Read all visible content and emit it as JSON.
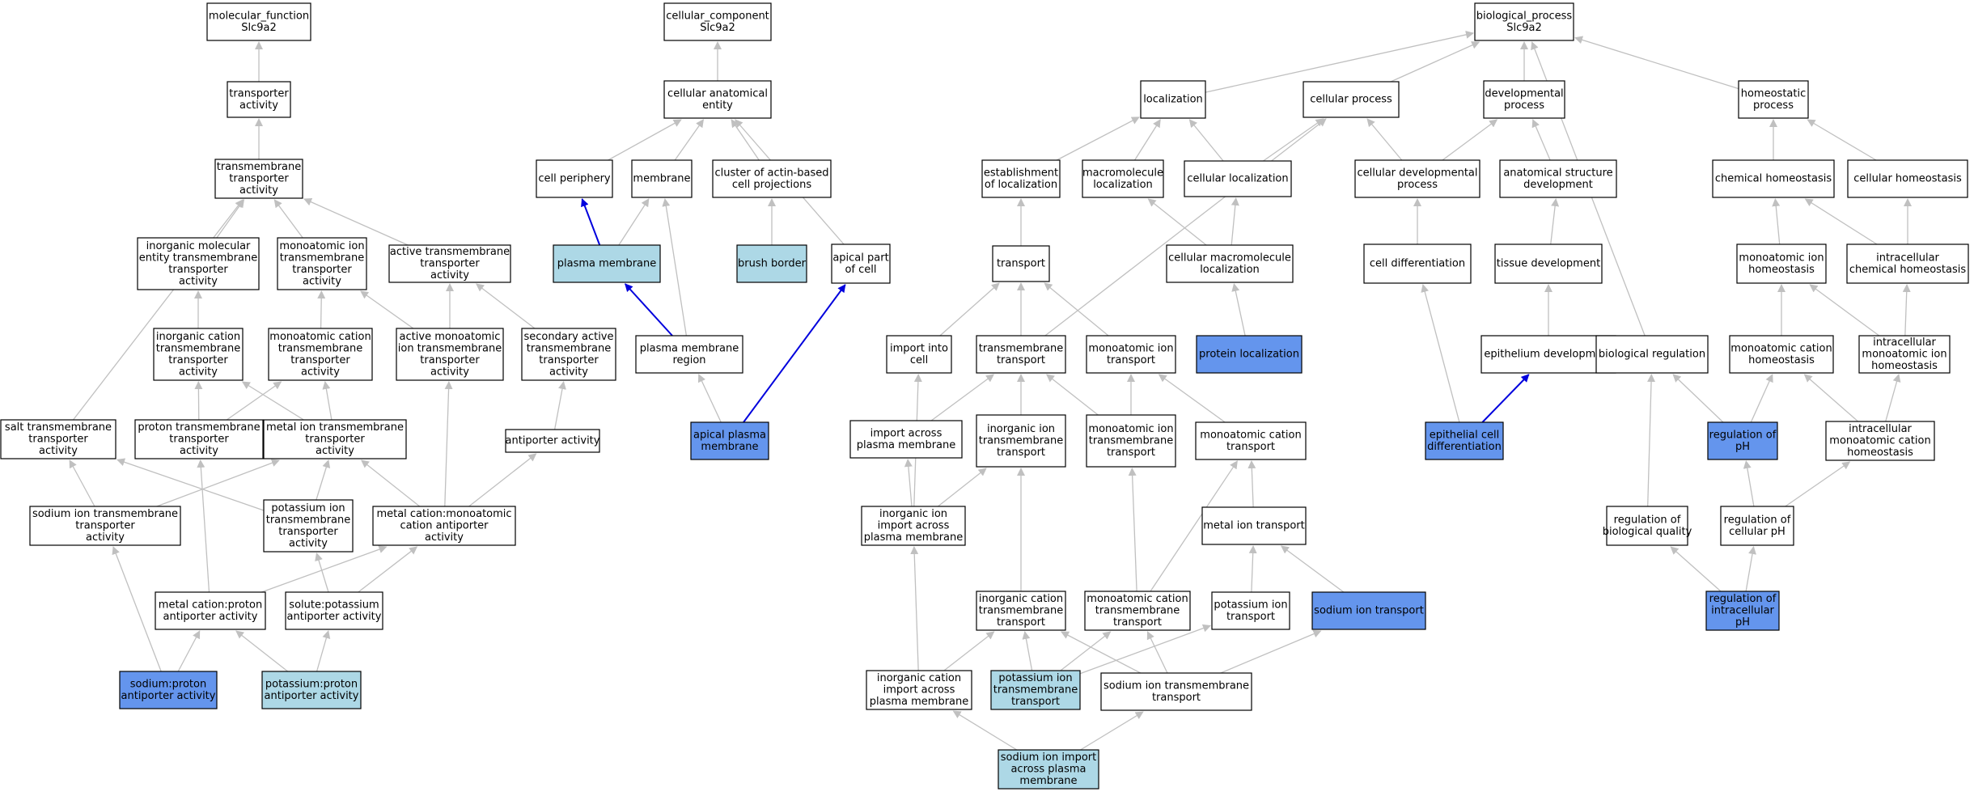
{
  "colors": {
    "node_border": "#000000",
    "node_fill": "#ffffff",
    "highlight_light": "#add8e6",
    "highlight_dark": "#6495ed",
    "edge_gray": "#c0c0c0",
    "edge_blue": "#0000dd"
  },
  "nodes": [
    {
      "id": "mf",
      "lines": [
        "molecular_function",
        "Slc9a2"
      ],
      "fill": "white"
    },
    {
      "id": "ta",
      "lines": [
        "transporter",
        "activity"
      ],
      "fill": "white"
    },
    {
      "id": "tmta",
      "lines": [
        "transmembrane",
        "transporter",
        "activity"
      ],
      "fill": "white"
    },
    {
      "id": "iomettta",
      "lines": [
        "inorganic molecular",
        "entity transmembrane",
        "transporter",
        "activity"
      ],
      "fill": "white"
    },
    {
      "id": "moittta",
      "lines": [
        "monoatomic ion",
        "transmembrane",
        "transporter",
        "activity"
      ],
      "fill": "white"
    },
    {
      "id": "atmta",
      "lines": [
        "active transmembrane",
        "transporter",
        "activity"
      ],
      "fill": "white"
    },
    {
      "id": "icttta",
      "lines": [
        "inorganic cation",
        "transmembrane",
        "transporter",
        "activity"
      ],
      "fill": "white"
    },
    {
      "id": "mocttta",
      "lines": [
        "monoatomic cation",
        "transmembrane",
        "transporter",
        "activity"
      ],
      "fill": "white"
    },
    {
      "id": "amoittta",
      "lines": [
        "active monoatomic",
        "ion transmembrane",
        "transporter",
        "activity"
      ],
      "fill": "white"
    },
    {
      "id": "satmta",
      "lines": [
        "secondary active",
        "transmembrane",
        "transporter",
        "activity"
      ],
      "fill": "white"
    },
    {
      "id": "salttta",
      "lines": [
        "salt transmembrane",
        "transporter",
        "activity"
      ],
      "fill": "white"
    },
    {
      "id": "ptta",
      "lines": [
        "proton transmembrane",
        "transporter",
        "activity"
      ],
      "fill": "white"
    },
    {
      "id": "mitta",
      "lines": [
        "metal ion transmembrane",
        "transporter",
        "activity"
      ],
      "fill": "white"
    },
    {
      "id": "aa",
      "lines": [
        "antiporter activity"
      ],
      "fill": "white"
    },
    {
      "id": "sitta",
      "lines": [
        "sodium ion transmembrane",
        "transporter",
        "activity"
      ],
      "fill": "white"
    },
    {
      "id": "pitta",
      "lines": [
        "potassium ion",
        "transmembrane",
        "transporter",
        "activity"
      ],
      "fill": "white"
    },
    {
      "id": "mcmca",
      "lines": [
        "metal cation:monoatomic",
        "cation antiporter",
        "activity"
      ],
      "fill": "white"
    },
    {
      "id": "mcpa",
      "lines": [
        "metal cation:proton",
        "antiporter activity"
      ],
      "fill": "white"
    },
    {
      "id": "spa",
      "lines": [
        "solute:potassium",
        "antiporter activity"
      ],
      "fill": "white"
    },
    {
      "id": "sodpa",
      "lines": [
        "sodium:proton",
        "antiporter activity"
      ],
      "fill": "dark"
    },
    {
      "id": "potpa",
      "lines": [
        "potassium:proton",
        "antiporter activity"
      ],
      "fill": "light"
    },
    {
      "id": "cc",
      "lines": [
        "cellular_component",
        "Slc9a2"
      ],
      "fill": "white"
    },
    {
      "id": "cae",
      "lines": [
        "cellular anatomical",
        "entity"
      ],
      "fill": "white"
    },
    {
      "id": "cp",
      "lines": [
        "cell periphery"
      ],
      "fill": "white"
    },
    {
      "id": "mem",
      "lines": [
        "membrane"
      ],
      "fill": "white"
    },
    {
      "id": "cabcp",
      "lines": [
        "cluster of actin-based",
        "cell projections"
      ],
      "fill": "white"
    },
    {
      "id": "apc",
      "lines": [
        "apical part",
        "of cell"
      ],
      "fill": "white"
    },
    {
      "id": "pm",
      "lines": [
        "plasma membrane"
      ],
      "fill": "light"
    },
    {
      "id": "bb",
      "lines": [
        "brush border"
      ],
      "fill": "light"
    },
    {
      "id": "pmr",
      "lines": [
        "plasma membrane",
        "region"
      ],
      "fill": "white"
    },
    {
      "id": "apm",
      "lines": [
        "apical plasma",
        "membrane"
      ],
      "fill": "dark"
    },
    {
      "id": "bp",
      "lines": [
        "biological_process",
        "Slc9a2"
      ],
      "fill": "white"
    },
    {
      "id": "loc",
      "lines": [
        "localization"
      ],
      "fill": "white"
    },
    {
      "id": "cproc",
      "lines": [
        "cellular process"
      ],
      "fill": "white"
    },
    {
      "id": "dp",
      "lines": [
        "developmental",
        "process"
      ],
      "fill": "white"
    },
    {
      "id": "hp",
      "lines": [
        "homeostatic",
        "process"
      ],
      "fill": "white"
    },
    {
      "id": "eol",
      "lines": [
        "establishment",
        "of localization"
      ],
      "fill": "white"
    },
    {
      "id": "ml",
      "lines": [
        "macromolecule",
        "localization"
      ],
      "fill": "white"
    },
    {
      "id": "cl",
      "lines": [
        "cellular localization"
      ],
      "fill": "white"
    },
    {
      "id": "cdp",
      "lines": [
        "cellular developmental",
        "process"
      ],
      "fill": "white"
    },
    {
      "id": "asd",
      "lines": [
        "anatomical structure",
        "development"
      ],
      "fill": "white"
    },
    {
      "id": "ch",
      "lines": [
        "chemical homeostasis"
      ],
      "fill": "white"
    },
    {
      "id": "cellh",
      "lines": [
        "cellular homeostasis"
      ],
      "fill": "white"
    },
    {
      "id": "tr",
      "lines": [
        "transport"
      ],
      "fill": "white"
    },
    {
      "id": "cml",
      "lines": [
        "cellular macromolecule",
        "localization"
      ],
      "fill": "white"
    },
    {
      "id": "cd",
      "lines": [
        "cell differentiation"
      ],
      "fill": "white"
    },
    {
      "id": "td",
      "lines": [
        "tissue development"
      ],
      "fill": "white"
    },
    {
      "id": "moih",
      "lines": [
        "monoatomic ion",
        "homeostasis"
      ],
      "fill": "white"
    },
    {
      "id": "ich",
      "lines": [
        "intracellular",
        "chemical homeostasis"
      ],
      "fill": "white"
    },
    {
      "id": "iic",
      "lines": [
        "import into",
        "cell"
      ],
      "fill": "white"
    },
    {
      "id": "tmt",
      "lines": [
        "transmembrane",
        "transport"
      ],
      "fill": "white"
    },
    {
      "id": "moit",
      "lines": [
        "monoatomic ion",
        "transport"
      ],
      "fill": "white"
    },
    {
      "id": "pl",
      "lines": [
        "protein localization"
      ],
      "fill": "dark"
    },
    {
      "id": "ed",
      "lines": [
        "epithelium development"
      ],
      "fill": "white"
    },
    {
      "id": "br",
      "lines": [
        "biological regulation"
      ],
      "fill": "white"
    },
    {
      "id": "moch",
      "lines": [
        "monoatomic cation",
        "homeostasis"
      ],
      "fill": "white"
    },
    {
      "id": "imoih",
      "lines": [
        "intracellular",
        "monoatomic ion",
        "homeostasis"
      ],
      "fill": "white"
    },
    {
      "id": "iapm",
      "lines": [
        "import across",
        "plasma membrane"
      ],
      "fill": "white"
    },
    {
      "id": "ictt",
      "lines": [
        "inorganic ion",
        "transmembrane",
        "transport"
      ],
      "fill": "white"
    },
    {
      "id": "moitt",
      "lines": [
        "monoatomic ion",
        "transmembrane",
        "transport"
      ],
      "fill": "white"
    },
    {
      "id": "moct",
      "lines": [
        "monoatomic cation",
        "transport"
      ],
      "fill": "white"
    },
    {
      "id": "ecd",
      "lines": [
        "epithelial cell",
        "differentiation"
      ],
      "fill": "dark"
    },
    {
      "id": "rph",
      "lines": [
        "regulation of",
        "pH"
      ],
      "fill": "dark"
    },
    {
      "id": "imoch",
      "lines": [
        "intracellular",
        "monoatomic cation",
        "homeostasis"
      ],
      "fill": "white"
    },
    {
      "id": "iiiapm",
      "lines": [
        "inorganic ion",
        "import across",
        "plasma membrane"
      ],
      "fill": "white"
    },
    {
      "id": "mit",
      "lines": [
        "metal ion transport"
      ],
      "fill": "white"
    },
    {
      "id": "rbq",
      "lines": [
        "regulation of",
        "biological quality"
      ],
      "fill": "white"
    },
    {
      "id": "rcph",
      "lines": [
        "regulation of",
        "cellular pH"
      ],
      "fill": "white"
    },
    {
      "id": "icatt",
      "lines": [
        "inorganic cation",
        "transmembrane",
        "transport"
      ],
      "fill": "white"
    },
    {
      "id": "mocatt",
      "lines": [
        "monoatomic cation",
        "transmembrane",
        "transport"
      ],
      "fill": "white"
    },
    {
      "id": "pit",
      "lines": [
        "potassium ion",
        "transport"
      ],
      "fill": "white"
    },
    {
      "id": "sit",
      "lines": [
        "sodium ion transport"
      ],
      "fill": "dark"
    },
    {
      "id": "ricph",
      "lines": [
        "regulation of",
        "intracellular",
        "pH"
      ],
      "fill": "dark"
    },
    {
      "id": "iciapm",
      "lines": [
        "inorganic cation",
        "import across",
        "plasma membrane"
      ],
      "fill": "white"
    },
    {
      "id": "pitt",
      "lines": [
        "potassium ion",
        "transmembrane",
        "transport"
      ],
      "fill": "light"
    },
    {
      "id": "sitt",
      "lines": [
        "sodium ion transmembrane",
        "transport"
      ],
      "fill": "white"
    },
    {
      "id": "siiapm",
      "lines": [
        "sodium ion import",
        "across plasma",
        "membrane"
      ],
      "fill": "light"
    }
  ],
  "edges": [
    [
      "ta",
      "mf",
      "gray"
    ],
    [
      "tmta",
      "ta",
      "gray"
    ],
    [
      "iomettta",
      "tmta",
      "gray"
    ],
    [
      "moittta",
      "tmta",
      "gray"
    ],
    [
      "atmta",
      "tmta",
      "gray"
    ],
    [
      "salttta",
      "tmta",
      "gray"
    ],
    [
      "icttta",
      "iomettta",
      "gray"
    ],
    [
      "mocttta",
      "moittta",
      "gray"
    ],
    [
      "amoittta",
      "moittta",
      "gray"
    ],
    [
      "amoittta",
      "atmta",
      "gray"
    ],
    [
      "satmta",
      "atmta",
      "gray"
    ],
    [
      "ptta",
      "icttta",
      "gray"
    ],
    [
      "ptta",
      "mocttta",
      "gray"
    ],
    [
      "mitta",
      "icttta",
      "gray"
    ],
    [
      "mitta",
      "mocttta",
      "gray"
    ],
    [
      "aa",
      "satmta",
      "gray"
    ],
    [
      "sitta",
      "salttta",
      "gray"
    ],
    [
      "sitta",
      "mitta",
      "gray"
    ],
    [
      "pitta",
      "salttta",
      "gray"
    ],
    [
      "pitta",
      "mitta",
      "gray"
    ],
    [
      "mcmca",
      "amoittta",
      "gray"
    ],
    [
      "mcmca",
      "mitta",
      "gray"
    ],
    [
      "mcmca",
      "aa",
      "gray"
    ],
    [
      "mcpa",
      "ptta",
      "gray"
    ],
    [
      "mcpa",
      "mcmca",
      "gray"
    ],
    [
      "spa",
      "pitta",
      "gray"
    ],
    [
      "spa",
      "mcmca",
      "gray"
    ],
    [
      "sodpa",
      "sitta",
      "gray"
    ],
    [
      "sodpa",
      "mcpa",
      "gray"
    ],
    [
      "potpa",
      "spa",
      "gray"
    ],
    [
      "potpa",
      "mcpa",
      "gray"
    ],
    [
      "cae",
      "cc",
      "gray"
    ],
    [
      "cp",
      "cae",
      "gray"
    ],
    [
      "mem",
      "cae",
      "gray"
    ],
    [
      "cabcp",
      "cae",
      "gray"
    ],
    [
      "apc",
      "cae",
      "gray"
    ],
    [
      "pm",
      "cp",
      "blue"
    ],
    [
      "pm",
      "mem",
      "gray"
    ],
    [
      "bb",
      "cabcp",
      "gray"
    ],
    [
      "pmr",
      "pm",
      "blue"
    ],
    [
      "pmr",
      "mem",
      "gray"
    ],
    [
      "apm",
      "pmr",
      "gray"
    ],
    [
      "apm",
      "apc",
      "blue"
    ],
    [
      "loc",
      "bp",
      "gray"
    ],
    [
      "cproc",
      "bp",
      "gray"
    ],
    [
      "dp",
      "bp",
      "gray"
    ],
    [
      "hp",
      "bp",
      "gray"
    ],
    [
      "br",
      "bp",
      "gray"
    ],
    [
      "eol",
      "loc",
      "gray"
    ],
    [
      "ml",
      "loc",
      "gray"
    ],
    [
      "cl",
      "loc",
      "gray"
    ],
    [
      "cl",
      "cproc",
      "gray"
    ],
    [
      "cdp",
      "cproc",
      "gray"
    ],
    [
      "cdp",
      "dp",
      "gray"
    ],
    [
      "asd",
      "dp",
      "gray"
    ],
    [
      "ch",
      "hp",
      "gray"
    ],
    [
      "cellh",
      "hp",
      "gray"
    ],
    [
      "tr",
      "eol",
      "gray"
    ],
    [
      "cml",
      "ml",
      "gray"
    ],
    [
      "cml",
      "cl",
      "gray"
    ],
    [
      "cd",
      "cdp",
      "gray"
    ],
    [
      "td",
      "asd",
      "gray"
    ],
    [
      "moih",
      "ch",
      "gray"
    ],
    [
      "ich",
      "ch",
      "gray"
    ],
    [
      "ich",
      "cellh",
      "gray"
    ],
    [
      "iic",
      "tr",
      "gray"
    ],
    [
      "tmt",
      "tr",
      "gray"
    ],
    [
      "tmt",
      "cproc",
      "gray"
    ],
    [
      "moit",
      "tr",
      "gray"
    ],
    [
      "pl",
      "cml",
      "gray"
    ],
    [
      "ed",
      "td",
      "gray"
    ],
    [
      "ecd",
      "cd",
      "gray"
    ],
    [
      "ecd",
      "ed",
      "blue"
    ],
    [
      "moch",
      "moih",
      "gray"
    ],
    [
      "imoih",
      "moih",
      "gray"
    ],
    [
      "imoih",
      "ich",
      "gray"
    ],
    [
      "iapm",
      "tmt",
      "gray"
    ],
    [
      "ictt",
      "tmt",
      "gray"
    ],
    [
      "moitt",
      "tmt",
      "gray"
    ],
    [
      "moitt",
      "moit",
      "gray"
    ],
    [
      "moct",
      "moit",
      "gray"
    ],
    [
      "rph",
      "br",
      "gray"
    ],
    [
      "rph",
      "moch",
      "gray"
    ],
    [
      "imoch",
      "moch",
      "gray"
    ],
    [
      "imoch",
      "imoih",
      "gray"
    ],
    [
      "iiiapm",
      "iic",
      "gray"
    ],
    [
      "iiiapm",
      "iapm",
      "gray"
    ],
    [
      "iiiapm",
      "ictt",
      "gray"
    ],
    [
      "mit",
      "moct",
      "gray"
    ],
    [
      "rbq",
      "br",
      "gray"
    ],
    [
      "rcph",
      "rph",
      "gray"
    ],
    [
      "rcph",
      "imoch",
      "gray"
    ],
    [
      "icatt",
      "ictt",
      "gray"
    ],
    [
      "mocatt",
      "moitt",
      "gray"
    ],
    [
      "mocatt",
      "moct",
      "gray"
    ],
    [
      "pit",
      "mit",
      "gray"
    ],
    [
      "sit",
      "mit",
      "gray"
    ],
    [
      "ricph",
      "rbq",
      "gray"
    ],
    [
      "ricph",
      "rcph",
      "gray"
    ],
    [
      "iciapm",
      "iiiapm",
      "gray"
    ],
    [
      "iciapm",
      "icatt",
      "gray"
    ],
    [
      "pitt",
      "icatt",
      "gray"
    ],
    [
      "pitt",
      "mocatt",
      "gray"
    ],
    [
      "pitt",
      "pit",
      "gray"
    ],
    [
      "sitt",
      "icatt",
      "gray"
    ],
    [
      "sitt",
      "mocatt",
      "gray"
    ],
    [
      "sitt",
      "sit",
      "gray"
    ],
    [
      "siiapm",
      "iciapm",
      "gray"
    ],
    [
      "siiapm",
      "sitt",
      "gray"
    ]
  ]
}
